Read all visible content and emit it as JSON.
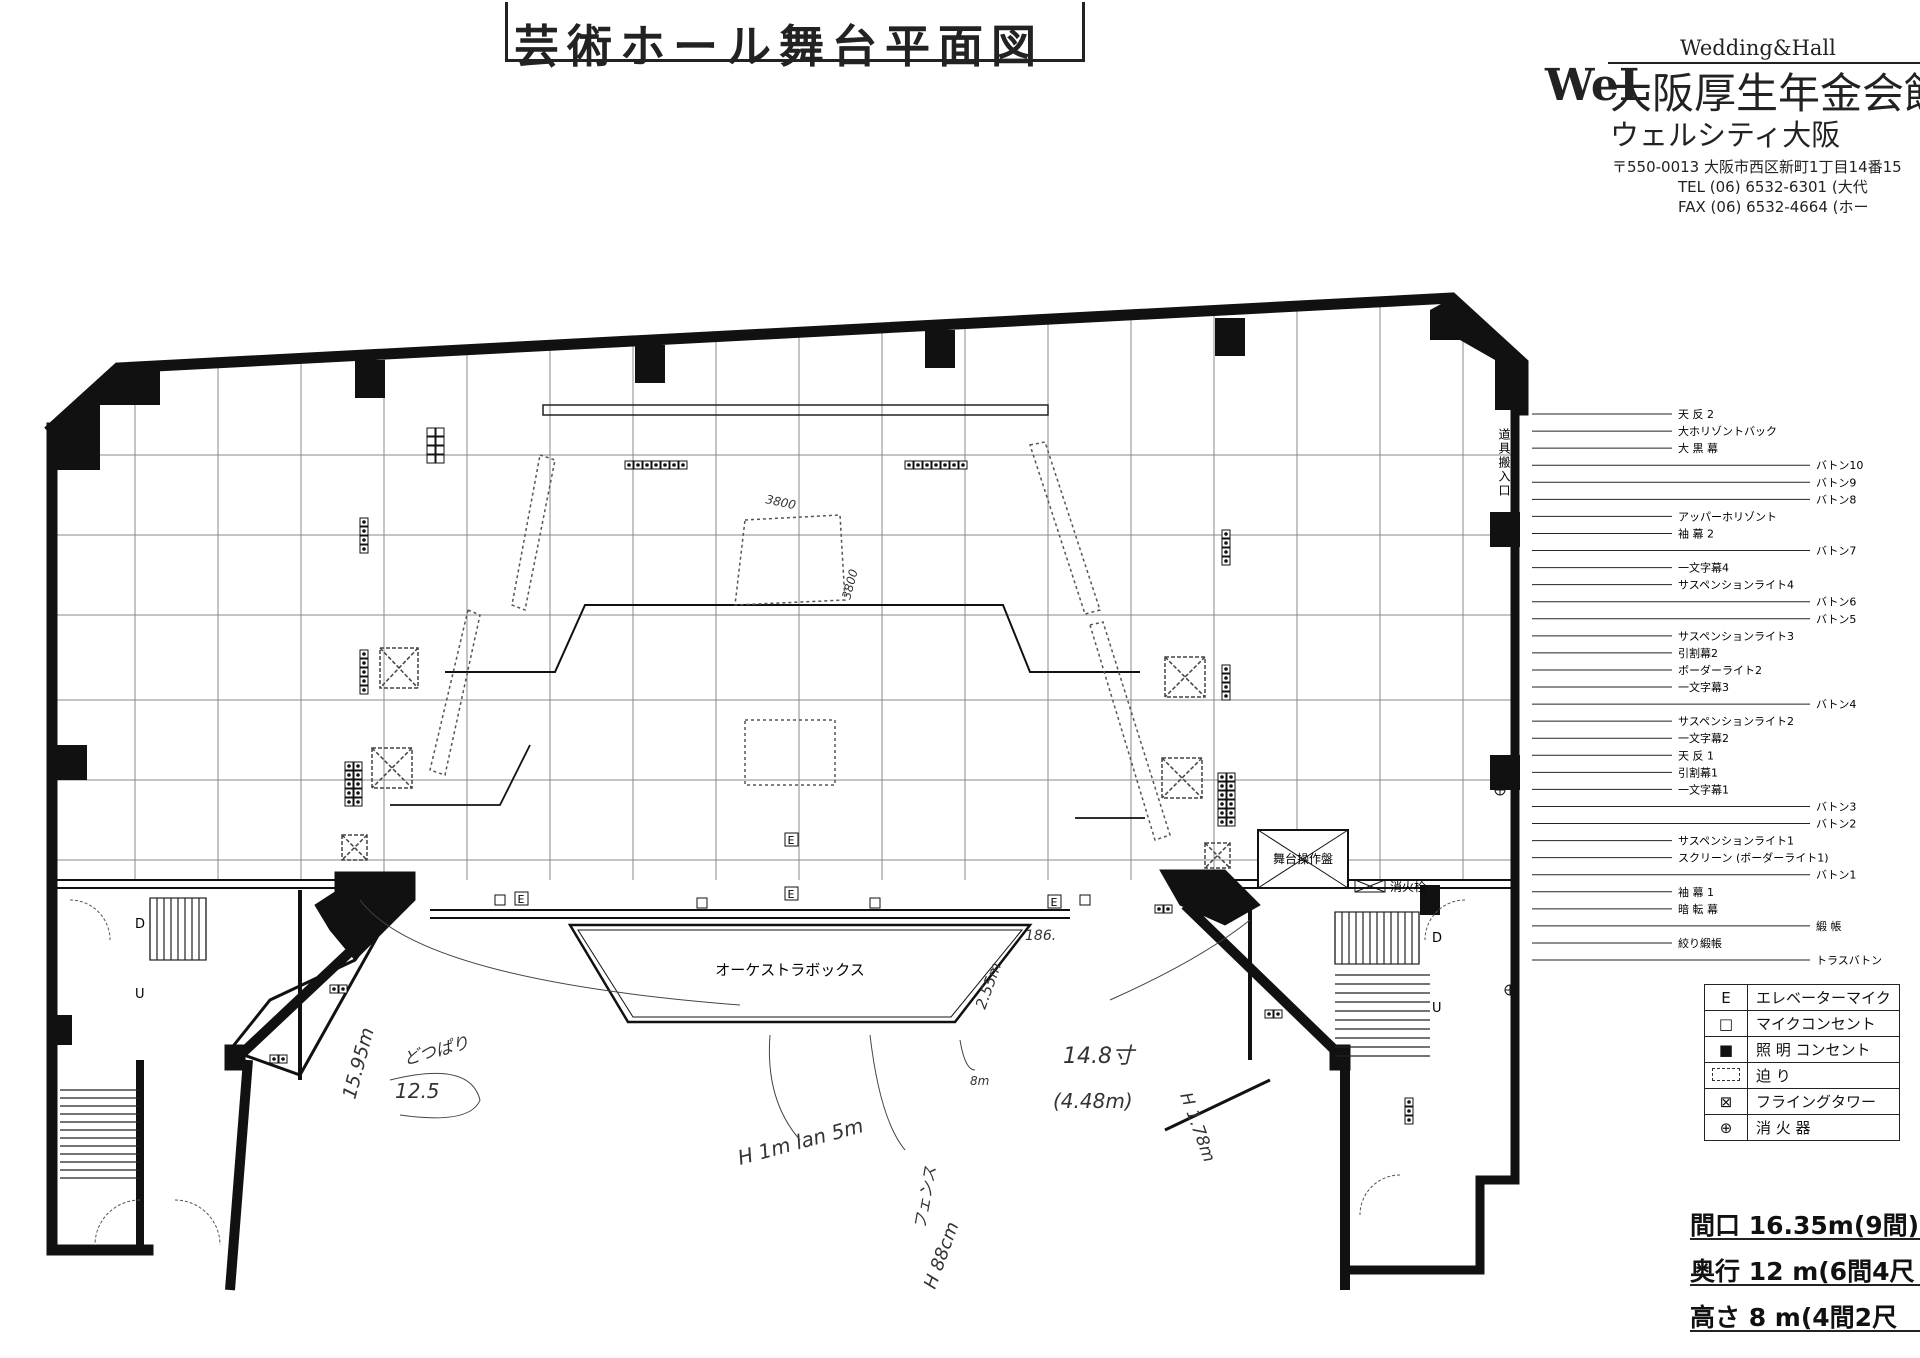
{
  "title": "芸術ホール舞台平面図",
  "header": {
    "wedding": "Wedding&Hall",
    "logo_mark": "WeL",
    "hall_name": "大阪厚生年金会館",
    "subtitle": "ウェルシティ大阪",
    "address": "〒550-0013 大阪市西区新町1丁目14番15",
    "tel": "TEL (06) 6532-6301 (大代",
    "fax": "FAX (06) 6532-4664 (ホー"
  },
  "plan": {
    "orchestra_box": "オーケストラボックス",
    "stage_panel": "舞台操作盤",
    "fire_hydrant": "消火栓",
    "door_labels": [
      "D",
      "U",
      "D",
      "U"
    ],
    "entrance_label": "道具搬入口",
    "e_label": "E"
  },
  "right_labels": [
    {
      "text": "天 反 2",
      "col": "a"
    },
    {
      "text": "大ホリゾントバック",
      "col": "a"
    },
    {
      "text": "大 黒 幕",
      "col": "a"
    },
    {
      "text": "バトン10",
      "col": "b"
    },
    {
      "text": "バトン9",
      "col": "b"
    },
    {
      "text": "バトン8",
      "col": "b"
    },
    {
      "text": "アッパーホリゾント",
      "col": "a"
    },
    {
      "text": "袖 幕 2",
      "col": "a"
    },
    {
      "text": "バトン7",
      "col": "b"
    },
    {
      "text": "一文字幕4",
      "col": "a"
    },
    {
      "text": "サスペンションライト4",
      "col": "a"
    },
    {
      "text": "バトン6",
      "col": "b"
    },
    {
      "text": "バトン5",
      "col": "b"
    },
    {
      "text": "サスペンションライト3",
      "col": "a"
    },
    {
      "text": "引割幕2",
      "col": "a"
    },
    {
      "text": "ボーダーライト2",
      "col": "a"
    },
    {
      "text": "一文字幕3",
      "col": "a"
    },
    {
      "text": "バトン4",
      "col": "b"
    },
    {
      "text": "サスペンションライト2",
      "col": "a"
    },
    {
      "text": "一文字幕2",
      "col": "a"
    },
    {
      "text": "天 反 1",
      "col": "a"
    },
    {
      "text": "引割幕1",
      "col": "a"
    },
    {
      "text": "一文字幕1",
      "col": "a"
    },
    {
      "text": "バトン3",
      "col": "b"
    },
    {
      "text": "バトン2",
      "col": "b"
    },
    {
      "text": "サスペンションライト1",
      "col": "a"
    },
    {
      "text": "スクリーン (ボーダーライト1)",
      "col": "a"
    },
    {
      "text": "バトン1",
      "col": "b"
    },
    {
      "text": "袖 幕 1",
      "col": "a"
    },
    {
      "text": "暗 転 幕",
      "col": "a"
    },
    {
      "text": "緞 帳",
      "col": "b"
    },
    {
      "text": "絞り緞帳",
      "col": "a"
    },
    {
      "text": "トラスバトン",
      "col": "b"
    }
  ],
  "legend": [
    {
      "symbol": "E",
      "label": "エレベーターマイク"
    },
    {
      "symbol": "□",
      "label": "マイクコンセント"
    },
    {
      "symbol": "■",
      "label": "照 明 コンセント"
    },
    {
      "symbol": "",
      "label": "迫 り"
    },
    {
      "symbol": "⊠",
      "label": "フライングタワー"
    },
    {
      "symbol": "⊕",
      "label": "消 火 器"
    }
  ],
  "dimensions": [
    {
      "text": "間口 16.35m(9間)"
    },
    {
      "text": "奥行 12 m(6間4尺"
    },
    {
      "text": "高さ 8 m(4間2尺"
    }
  ],
  "annotations": {
    "a3800a": "3800",
    "a3800b": "3800",
    "a186": "186.",
    "a255": "2.55m",
    "a148": "14.8寸",
    "a448": "(4.48m)",
    "a178": "H 1.78m",
    "a1595": "15.95m",
    "a125": "12.5",
    "a_hline": "H 1m lan 5m",
    "a_fence": "フェンス",
    "a_h88": "H 88cm",
    "a_8m": "8m",
    "a_pull": "どつぱり"
  }
}
